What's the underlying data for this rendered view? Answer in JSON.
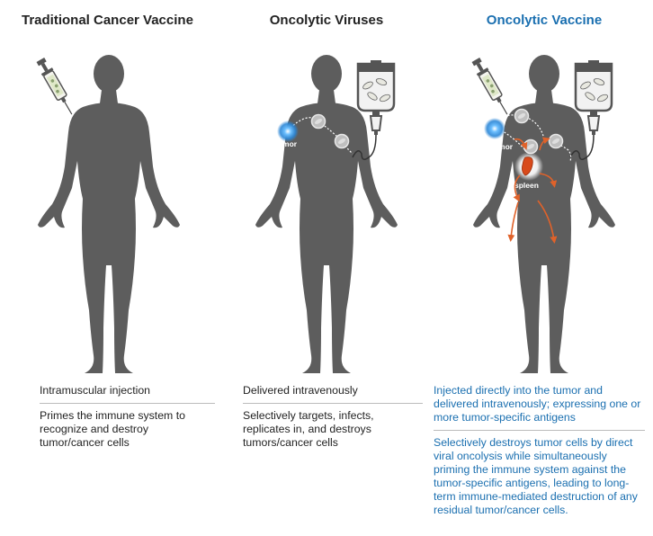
{
  "panels": [
    {
      "title": "Traditional Cancer Vaccine",
      "route": "Intramuscular injection",
      "effect": "Primes the immune system to recognize and destroy tumor/cancer cells"
    },
    {
      "title": "Oncolytic Viruses",
      "route": "Delivered intravenously",
      "effect": "Selectively targets, infects, replicates in, and destroys tumors/cancer cells",
      "labels": {
        "tumor": "tumor"
      }
    },
    {
      "title": "Oncolytic Vaccine",
      "route": "Injected directly into the tumor and delivered intravenously; expressing one or more tumor-specific antigens",
      "effect": "Selectively destroys tumor cells by direct viral oncolysis while simultaneously priming the immune system against the tumor-specific antigens, leading to long-term immune-mediated destruction of any residual tumor/cancer cells.",
      "labels": {
        "tumor": "tumor",
        "spleen": "spleen"
      }
    }
  ],
  "colors": {
    "body": "#5d5d5d",
    "accent_blue": "#1a6fb0",
    "tumor_glow": "#3aa0e8",
    "arrow_orange": "#e0622a"
  }
}
